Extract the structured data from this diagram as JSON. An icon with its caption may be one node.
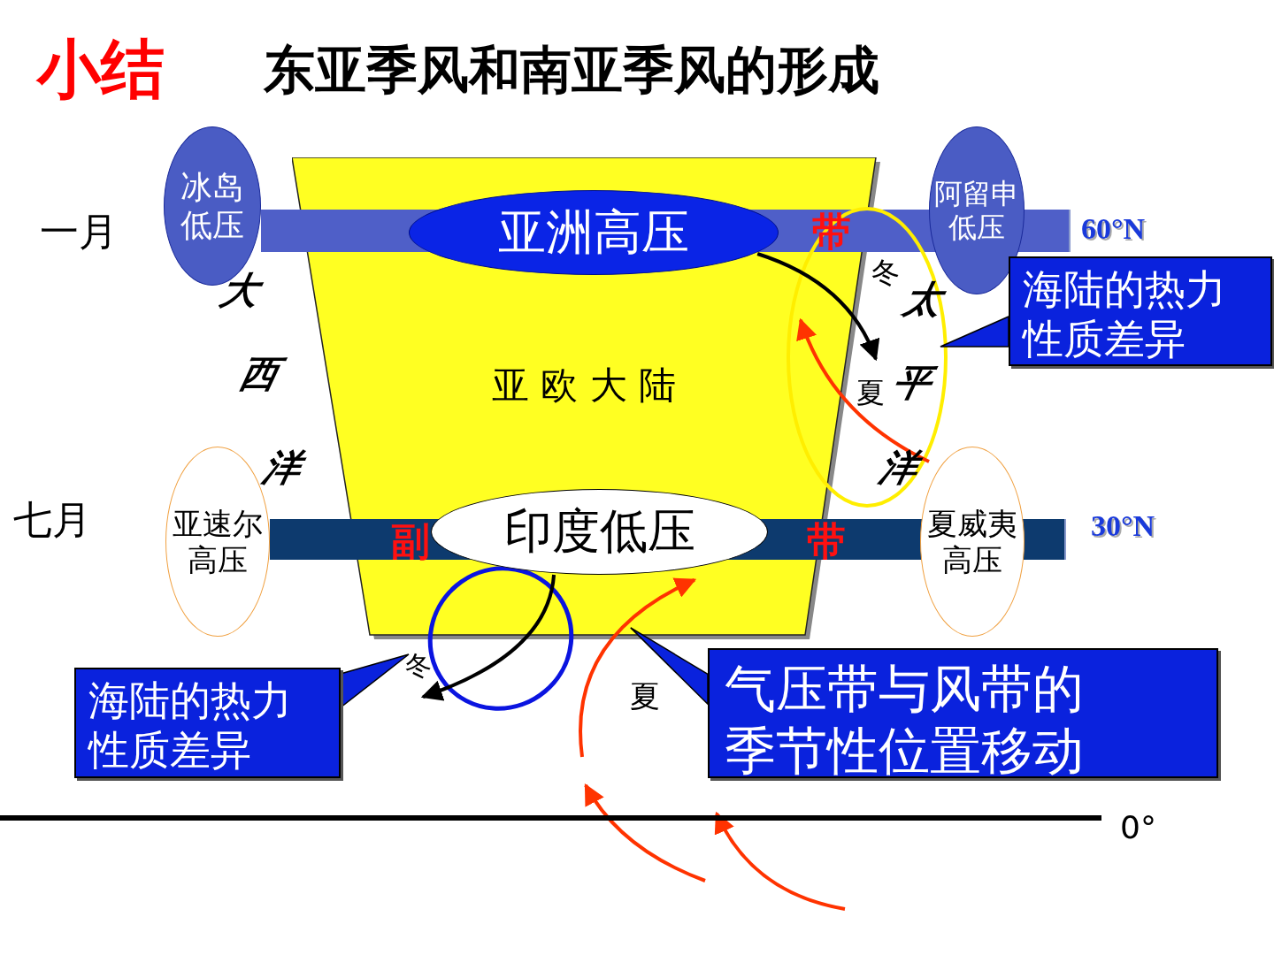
{
  "diagram": {
    "title": "东亚季风和南亚季风的形成",
    "nodes": [
      {
        "text": [
          "冰岛低压"
        ]
      },
      {
        "text": [
          "亚洲高压"
        ],
        "in": 5
      },
      {
        "text": [
          "阿留申低压"
        ]
      },
      {
        "text": [],
        "shape": "ellipse"
      },
      {
        "text": [
          "海陆的热力性质差异"
        ]
      },
      {
        "text": [
          "亚 欧 大 陆"
        ]
      },
      {
        "text": [
          "亚速尔高压"
        ]
      },
      {
        "text": [
          "印度低压"
        ],
        "in": 5
      },
      {
        "text": [
          "夏威夷高压"
        ]
      },
      {
        "text": [],
        "shape": "ellipse"
      },
      {
        "text": [
          "海陆的热力性质差异"
        ]
      },
      {
        "text": [
          "气压带与风带的季节性位置移动"
        ]
      }
    ],
    "edges": [
      {
        "from": 1,
        "to": 3,
        "arrow": "to"
      },
      {
        "from": 7,
        "to": 9,
        "arrow": "to"
      },
      {
        "from": 4,
        "to": 3,
        "arrow": "to"
      },
      {
        "from": 10,
        "to": 9,
        "arrow": "to"
      },
      {
        "from": 11,
        "to": 5,
        "arrow": "to"
      },
      {
        "from": 8,
        "to": 3,
        "arrow": "to",
        "color": "#ff3300"
      },
      {
        "from": null,
        "to": 7,
        "arrow": "to",
        "color": "#ff3300"
      }
    ],
    "labels": [
      "小结",
      "一月",
      "带",
      "60°N",
      "大",
      "冬",
      "太",
      "西",
      "夏",
      "平",
      "洋",
      "洋",
      "七月",
      "副",
      "带",
      "30°N",
      "冬",
      "夏",
      "0°"
    ]
  }
}
